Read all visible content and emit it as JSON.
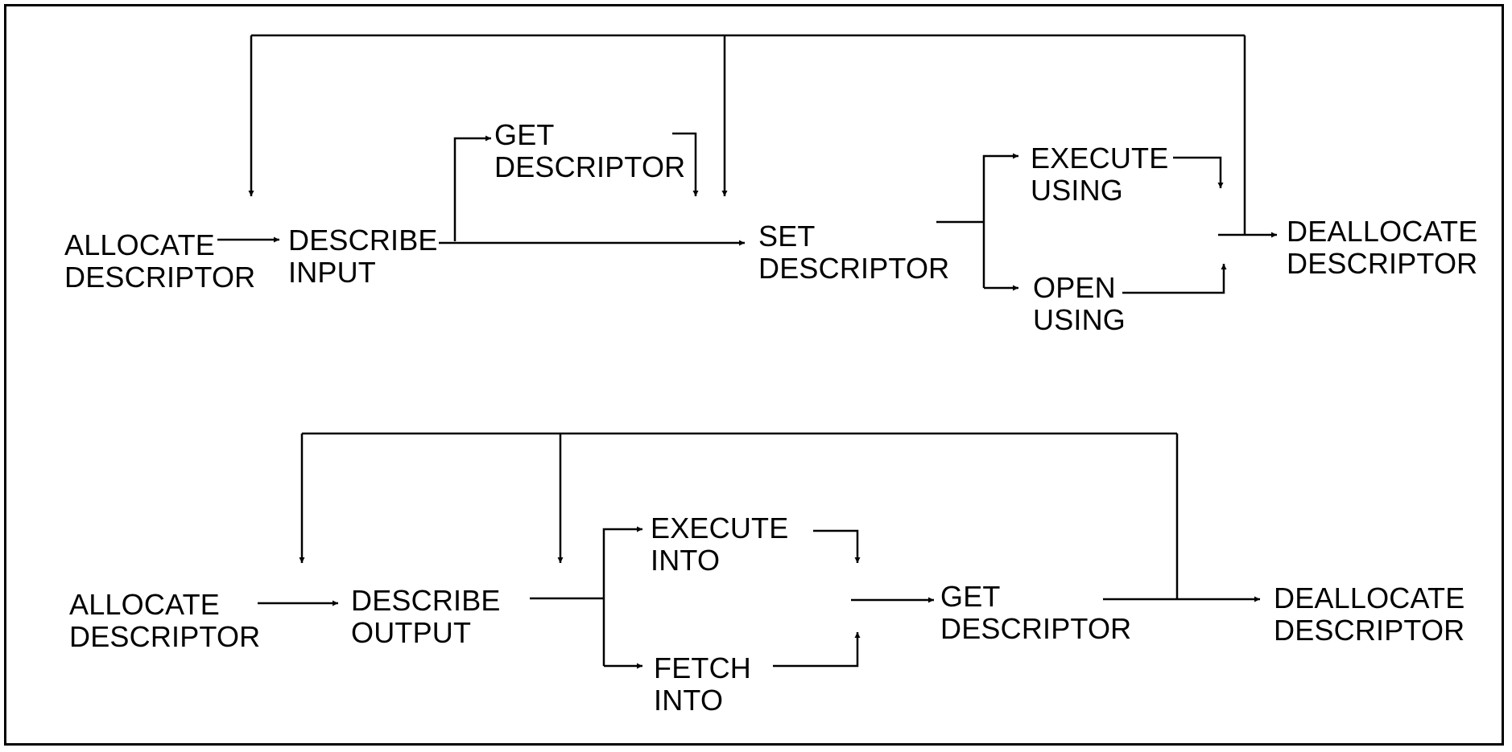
{
  "diagram": {
    "flows": [
      {
        "name": "input-descriptor-flow",
        "nodes": [
          {
            "id": "allocate-descriptor-input",
            "lines": [
              "ALLOCATE",
              "DESCRIPTOR"
            ]
          },
          {
            "id": "describe-input",
            "lines": [
              "DESCRIBE",
              "INPUT"
            ]
          },
          {
            "id": "get-descriptor-input",
            "lines": [
              "GET",
              "DESCRIPTOR"
            ]
          },
          {
            "id": "set-descriptor",
            "lines": [
              "SET",
              "DESCRIPTOR"
            ]
          },
          {
            "id": "execute-using",
            "lines": [
              "EXECUTE",
              "USING"
            ]
          },
          {
            "id": "open-using",
            "lines": [
              "OPEN",
              "USING"
            ]
          },
          {
            "id": "deallocate-descriptor-input",
            "lines": [
              "DEALLOCATE",
              "DESCRIPTOR"
            ]
          }
        ]
      },
      {
        "name": "output-descriptor-flow",
        "nodes": [
          {
            "id": "allocate-descriptor-output",
            "lines": [
              "ALLOCATE",
              "DESCRIPTOR"
            ]
          },
          {
            "id": "describe-output",
            "lines": [
              "DESCRIBE",
              "OUTPUT"
            ]
          },
          {
            "id": "execute-into",
            "lines": [
              "EXECUTE",
              "INTO"
            ]
          },
          {
            "id": "fetch-into",
            "lines": [
              "FETCH",
              "INTO"
            ]
          },
          {
            "id": "get-descriptor-output",
            "lines": [
              "GET",
              "DESCRIPTOR"
            ]
          },
          {
            "id": "deallocate-descriptor-output",
            "lines": [
              "DEALLOCATE",
              "DESCRIPTOR"
            ]
          }
        ]
      }
    ],
    "colors": {
      "line": "#000000",
      "text": "#000000",
      "background": "#ffffff"
    }
  }
}
